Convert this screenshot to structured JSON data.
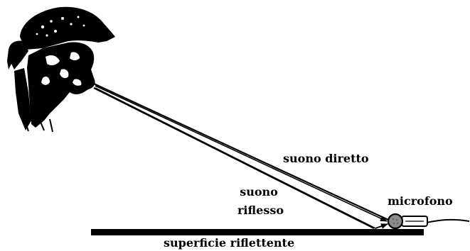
{
  "labels": {
    "direct_sound": "suono diretto",
    "reflected_sound_line1": "suono",
    "reflected_sound_line2": "riflesso",
    "microphone": "microfono",
    "surface": "superficie riflettente"
  },
  "colors": {
    "ink": "#000000",
    "background": "#ffffff",
    "microphone_head": "#8a8a8a"
  },
  "icons": {
    "speaker": "person-head-profile-icon",
    "microphone": "microphone-icon"
  }
}
